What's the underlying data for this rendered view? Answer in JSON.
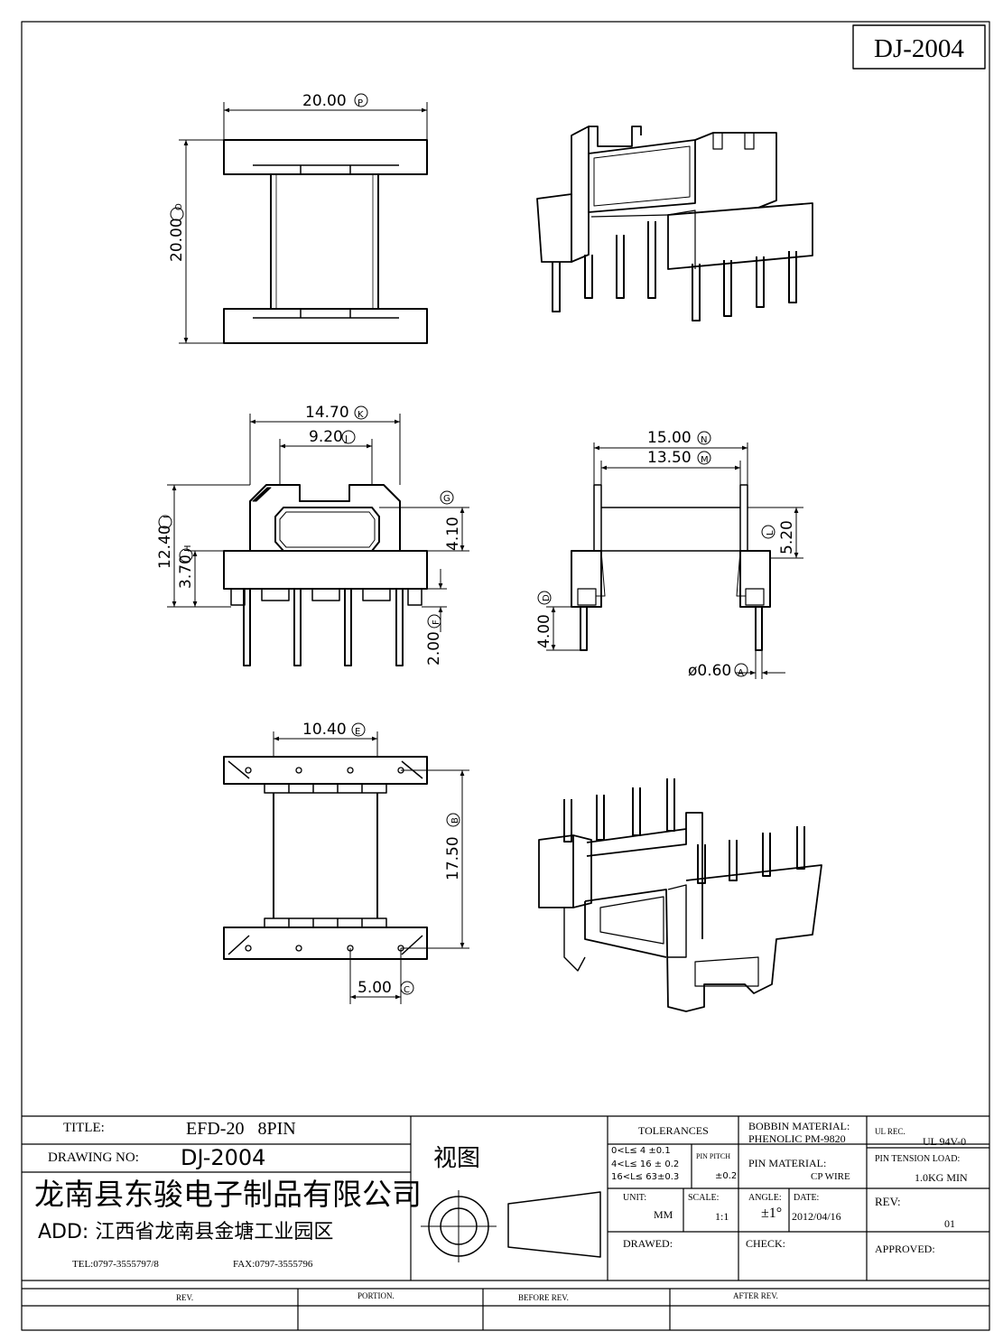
{
  "drawing_id": "DJ-2004",
  "dimensions": {
    "top_width": "20.00",
    "top_width_tag": "P",
    "top_height": "20.00",
    "top_height_tag": "O",
    "side_outer": "14.70",
    "side_outer_tag": "K",
    "side_inner": "9.20",
    "side_inner_tag": "J",
    "side_window": "4.10",
    "side_window_tag": "G",
    "side_total_h": "12.40",
    "side_total_h_tag": "I",
    "side_flange_h": "3.70",
    "side_flange_h_tag": "H",
    "side_pin_len": "2.00",
    "side_pin_len_tag": "F",
    "front_outer": "15.00",
    "front_outer_tag": "N",
    "front_inner": "13.50",
    "front_inner_tag": "M",
    "front_height": "5.20",
    "front_height_tag": "L",
    "front_pin_len": "4.00",
    "front_pin_len_tag": "D",
    "pin_dia": "ø0.60",
    "pin_dia_tag": "A",
    "bottom_width": "10.40",
    "bottom_width_tag": "E",
    "bottom_length": "17.50",
    "bottom_length_tag": "B",
    "pin_pitch": "5.00",
    "pin_pitch_tag": "C"
  },
  "title_block": {
    "title_label": "TITLE:",
    "title_value": "EFD-20   8PIN",
    "drawing_no_label": "DRAWING NO:",
    "drawing_no_value": "DJ-2004",
    "view_label": "视图",
    "company": "龙南县东骏电子制品有限公司",
    "address": "ADD: 江西省龙南县金塘工业园区",
    "tel": "TEL:0797-3555797/8",
    "fax": "FAX:0797-3555796",
    "tolerances_label": "TOLERANCES",
    "tol_1": "0<L≤ 4  ±0.1",
    "tol_2": "4<L≤ 16  ±  0.2",
    "tol_3": "16<L≤ 63±0.3",
    "pin_pitch_label": "PIN PITCH",
    "pin_pitch_value": "±0.2",
    "bobbin_material_label": "BOBBIN MATERIAL:",
    "bobbin_material_value": "PHENOLIC  PM-9820",
    "ul_label": "UL REC.",
    "ul_value": "UL  94V-0",
    "pin_material_label": "PIN MATERIAL:",
    "pin_material_value": "CP WIRE",
    "pin_tension_label": "PIN TENSION LOAD:",
    "pin_tension_value": "1.0KG MIN",
    "unit_label": "UNIT:",
    "unit_value": "MM",
    "scale_label": "SCALE:",
    "scale_value": "1:1",
    "angle_label": "ANGLE:",
    "angle_value": "±1°",
    "date_label": "DATE:",
    "date_value": "2012/04/16",
    "rev_label": "REV:",
    "rev_value": "01",
    "drawed_label": "DRAWED:",
    "check_label": "CHECK:",
    "approved_label": "APPROVED:",
    "rev_col": "REV.",
    "portion_col": "PORTION.",
    "before_rev_col": "BEFORE REV.",
    "after_rev_col": "AFTER REV."
  }
}
